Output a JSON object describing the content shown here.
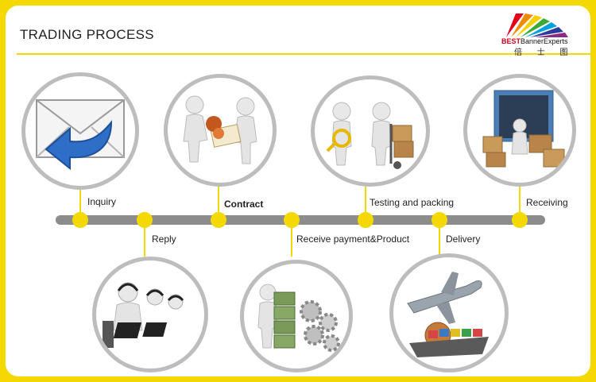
{
  "header": {
    "title": "TRADING PROCESS",
    "logo": {
      "brand_bold": "BEST",
      "brand_rest": "BannerExperts",
      "chinese": "倍 士 图"
    }
  },
  "steps": [
    {
      "label": "Inquiry",
      "position": "top",
      "icon": "envelope-reply-icon"
    },
    {
      "label": "Reply",
      "position": "bottom",
      "icon": "call-center-icon"
    },
    {
      "label": "Contract",
      "position": "top",
      "icon": "contract-handshake-icon"
    },
    {
      "label": "Receive payment&Product",
      "position": "bottom",
      "icon": "money-gears-icon"
    },
    {
      "label": "Testing and packing",
      "position": "top",
      "icon": "inspection-cart-icon"
    },
    {
      "label": "Delivery",
      "position": "bottom",
      "icon": "airplane-ship-icon"
    },
    {
      "label": "Receiving",
      "position": "top",
      "icon": "container-boxes-icon"
    }
  ],
  "colors": {
    "accent": "#f3d900",
    "timeline": "#8c8c8c",
    "ring": "#bdbdbd",
    "brand_red": "#d6001c"
  }
}
